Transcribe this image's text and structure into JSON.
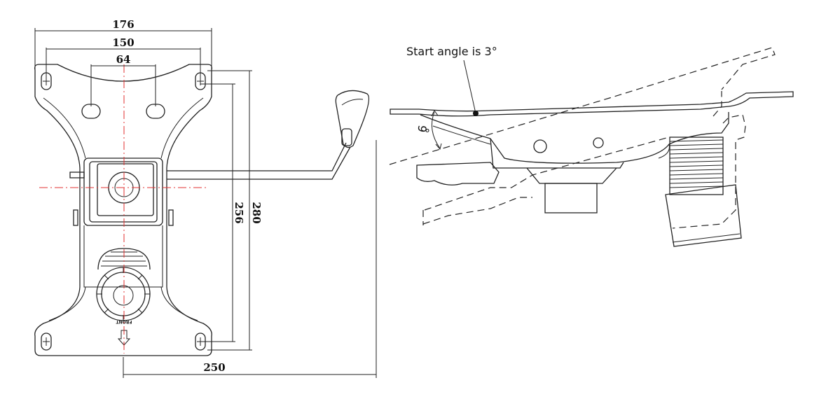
{
  "top_view": {
    "dimensions": {
      "width_overall": "176",
      "hole_spacing_outer": "150",
      "hole_spacing_inner": "64",
      "hole_spacing_vertical": "256",
      "length_overall": "280",
      "lever_reach": "250"
    },
    "front_label": "FRONT"
  },
  "side_view": {
    "annotation": "Start angle is 3°",
    "tilt_angle": "9",
    "degree_symbol": "°"
  },
  "colors": {
    "line": "#222222",
    "centerline": "#e03030",
    "background": "#ffffff"
  }
}
